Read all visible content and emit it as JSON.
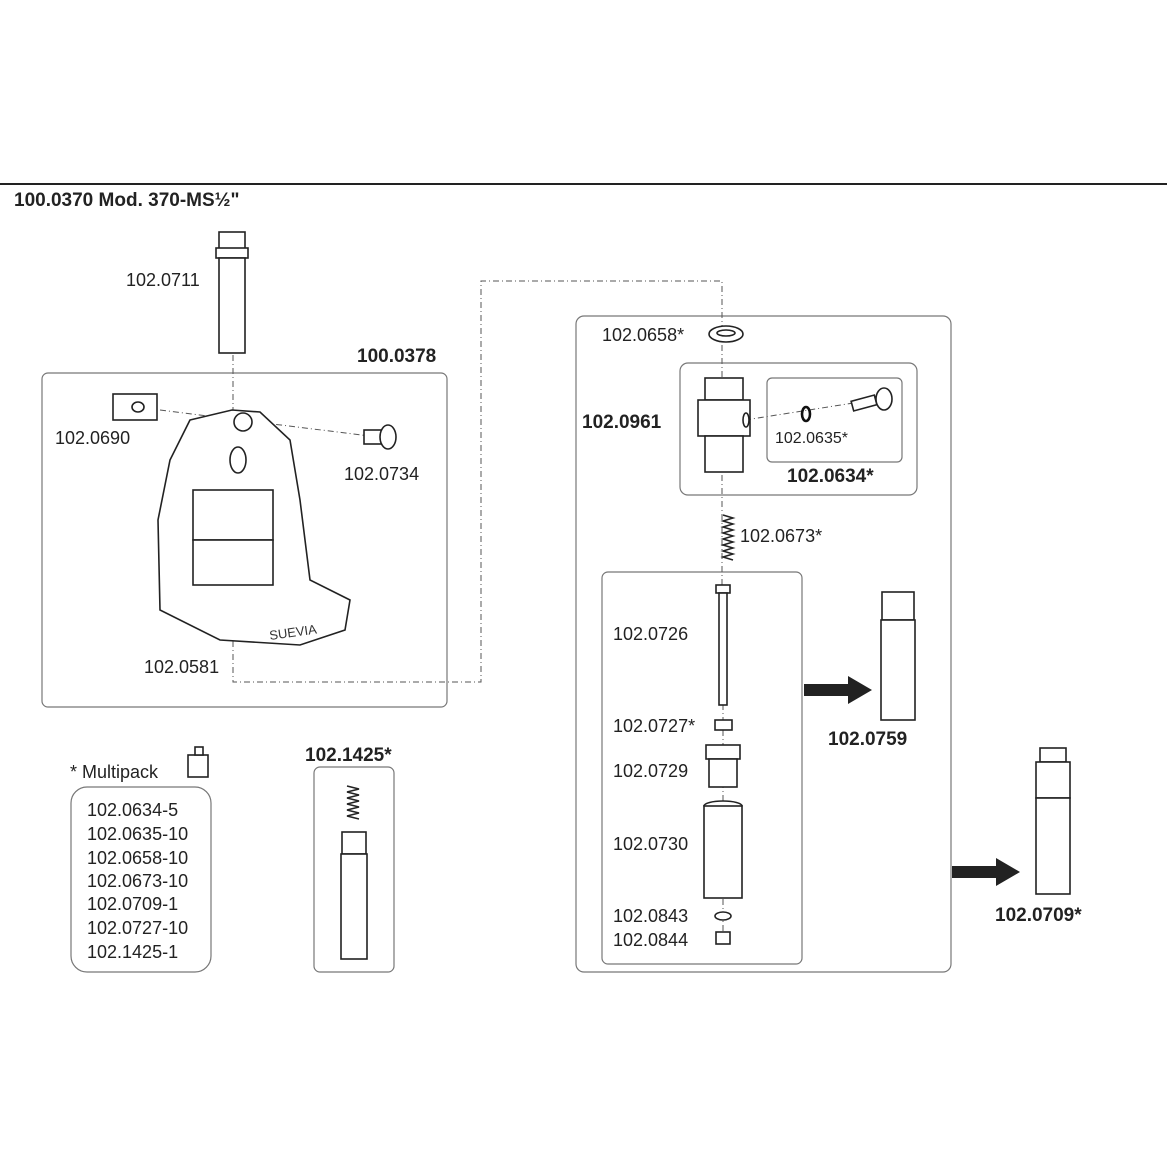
{
  "title": "100.0370 Mod. 370-MS½\"",
  "assembly_bowl": {
    "code": "100.0378",
    "parts": [
      "102.0711",
      "102.0690",
      "102.0734",
      "102.0581"
    ],
    "brand_mark": "SUEVIA"
  },
  "multipack": {
    "label": "* Multipack",
    "items": [
      "102.0634-5",
      "102.0635-10",
      "102.0658-10",
      "102.0673-10",
      "102.0709-1",
      "102.0727-10",
      "102.1425-1"
    ]
  },
  "kit_1425": {
    "code": "102.1425*"
  },
  "valve": {
    "washer": "102.0658*",
    "body": "102.0961",
    "oring": "102.0635*",
    "screw_kit": "102.0634*",
    "spring": "102.0673*",
    "lower_parts": [
      "102.0726",
      "102.0727*",
      "102.0729",
      "102.0730",
      "102.0843",
      "102.0844"
    ],
    "assembly_a": "102.0759",
    "assembly_b": "102.0709*"
  }
}
